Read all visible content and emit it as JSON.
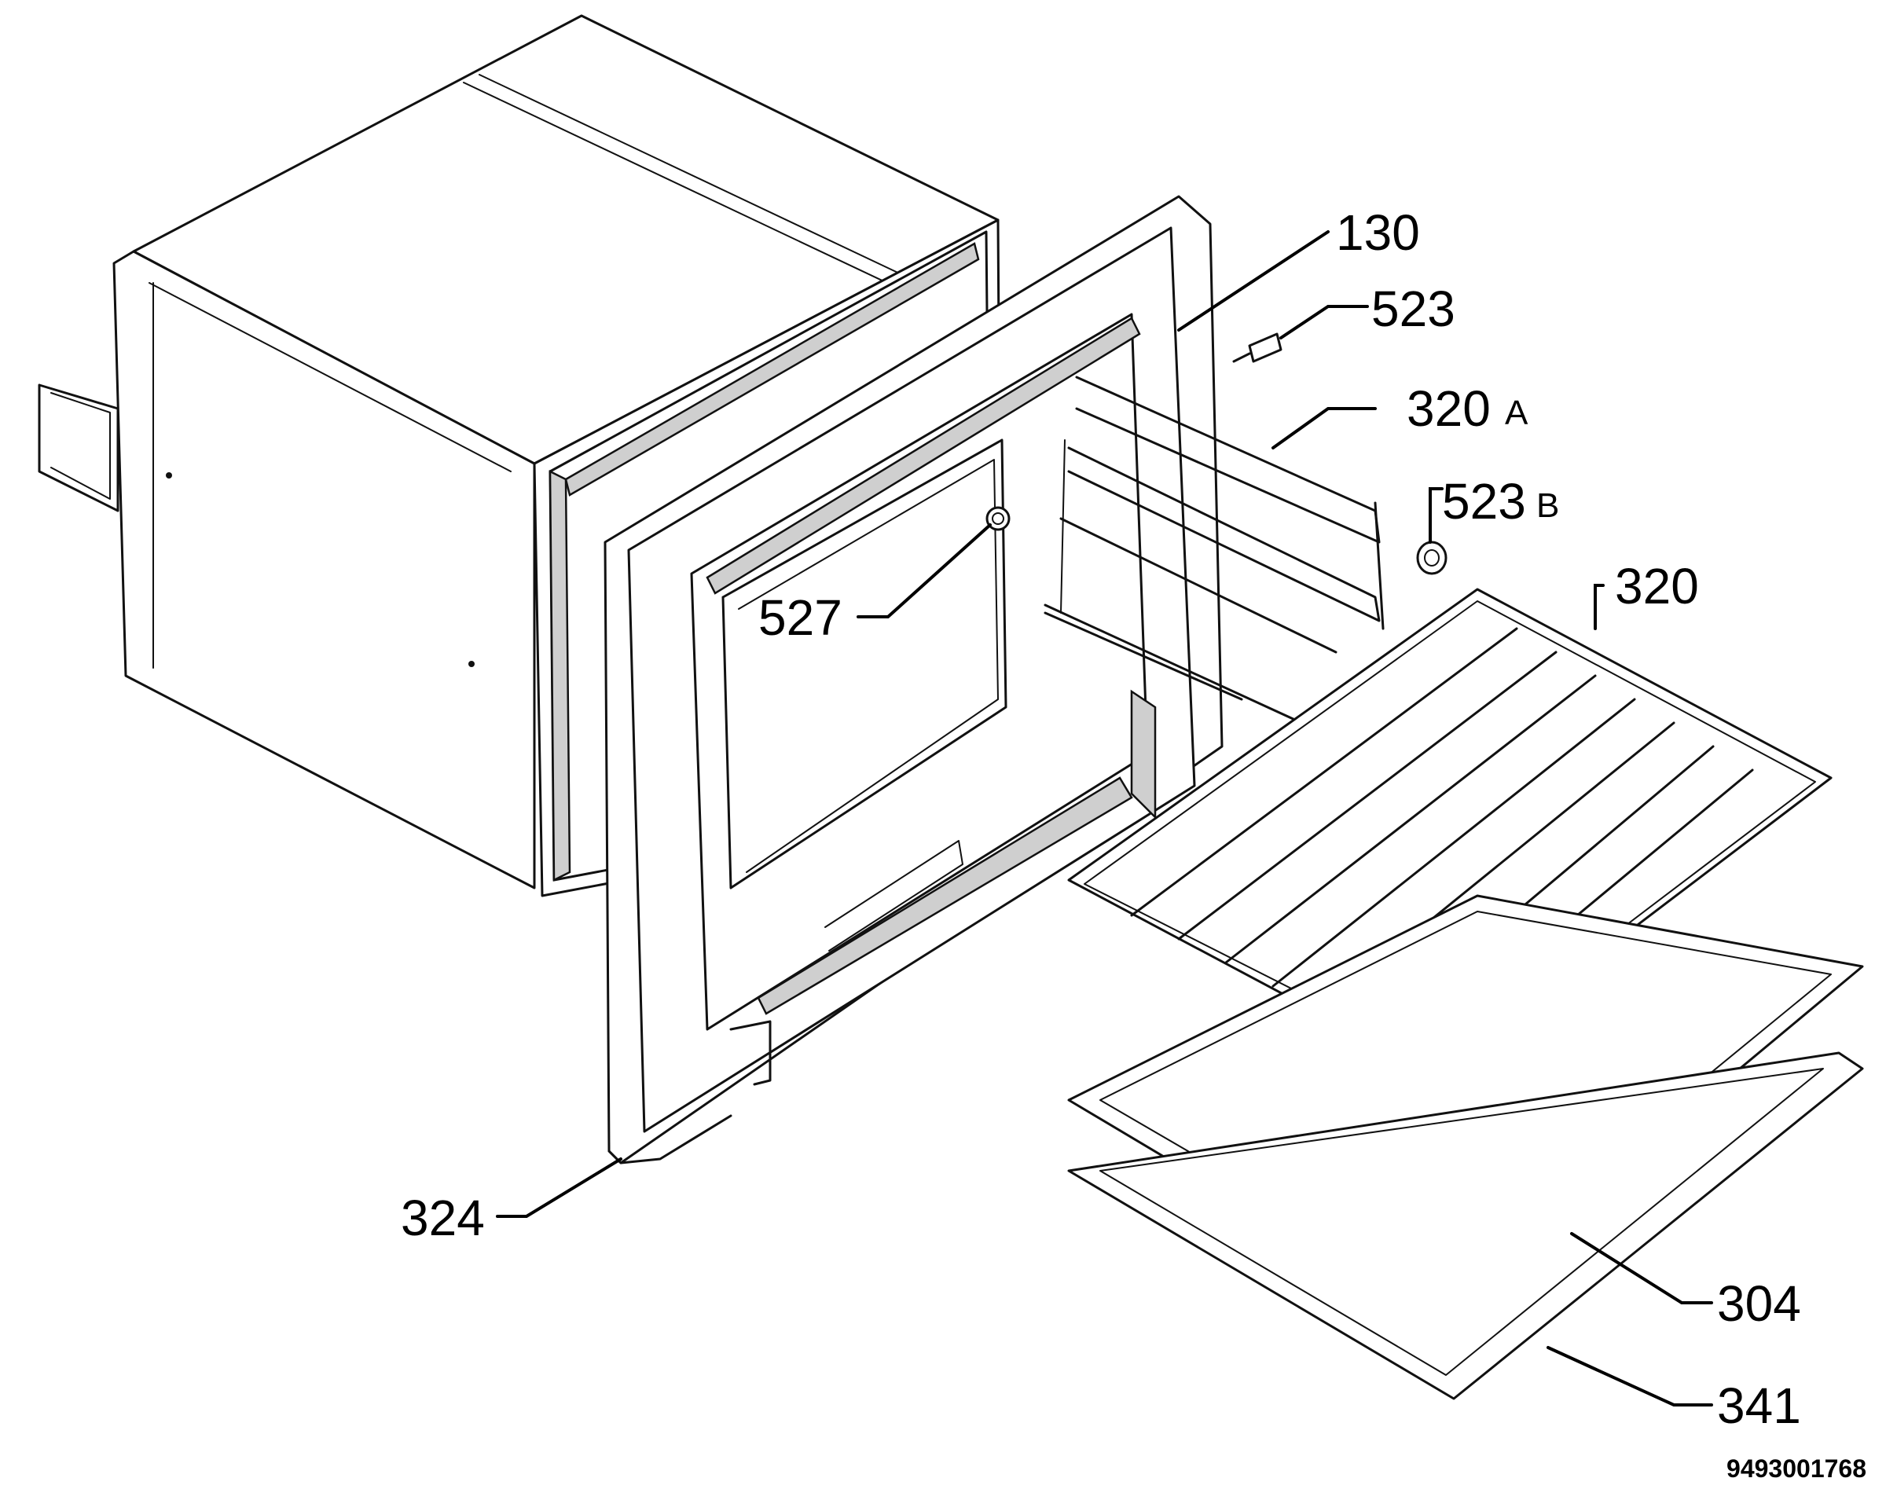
{
  "labels": {
    "p130": "130",
    "p523": "523",
    "p320a": "320",
    "p320a_suffix": "A",
    "p523b": "523",
    "p523b_suffix": "B",
    "p320": "320",
    "p527": "527",
    "p324": "324",
    "p304": "304",
    "p341": "341"
  },
  "document_number": "9493001768"
}
